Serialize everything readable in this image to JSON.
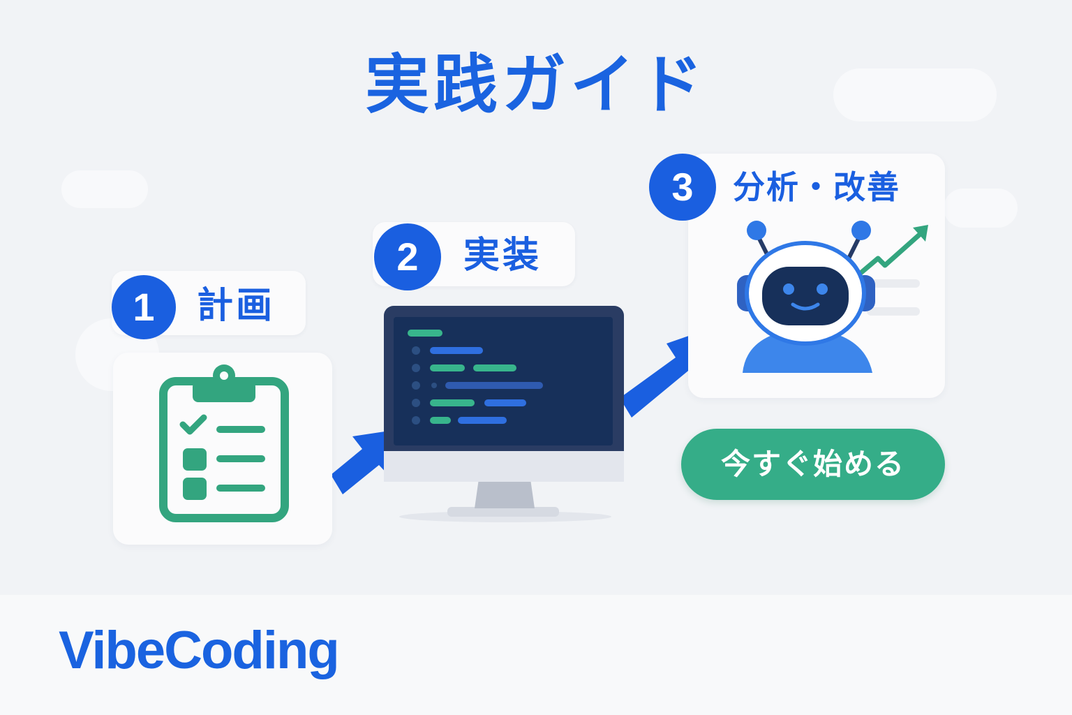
{
  "title": "実践ガイド",
  "steps": [
    {
      "number": "1",
      "label": "計画",
      "icon": "clipboard-checklist-icon"
    },
    {
      "number": "2",
      "label": "実装",
      "icon": "code-monitor-icon"
    },
    {
      "number": "3",
      "label": "分析・改善",
      "icon": "robot-analytics-icon"
    }
  ],
  "cta": {
    "label": "今すぐ始める"
  },
  "brand": {
    "name": "VibeCoding"
  },
  "colors": {
    "primary": "#1a63e0",
    "accent_green": "#35ad88",
    "background": "#f1f3f6",
    "monitor_dark": "#17305a"
  }
}
